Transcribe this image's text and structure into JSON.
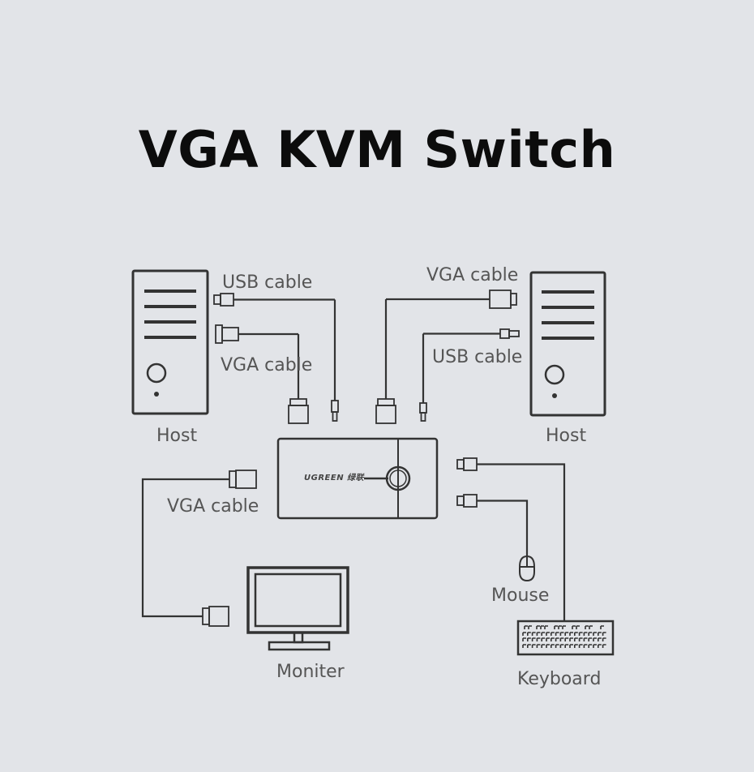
{
  "title": "VGA KVM Switch",
  "labels": {
    "usb_cable_left": "USB cable",
    "vga_cable_left": "VGA cable",
    "host_left": "Host",
    "vga_cable_right": "VGA cable",
    "usb_cable_right": "USB cable",
    "host_right": "Host",
    "vga_cable_monitor": "VGA cable",
    "monitor": "Moniter",
    "mouse": "Mouse",
    "keyboard": "Keyboard"
  },
  "switch_brand": "UGREEN 绿联",
  "colors": {
    "background": "#e2e4e8",
    "line": "#333333",
    "title": "#0c0c0c",
    "label": "#555555"
  }
}
